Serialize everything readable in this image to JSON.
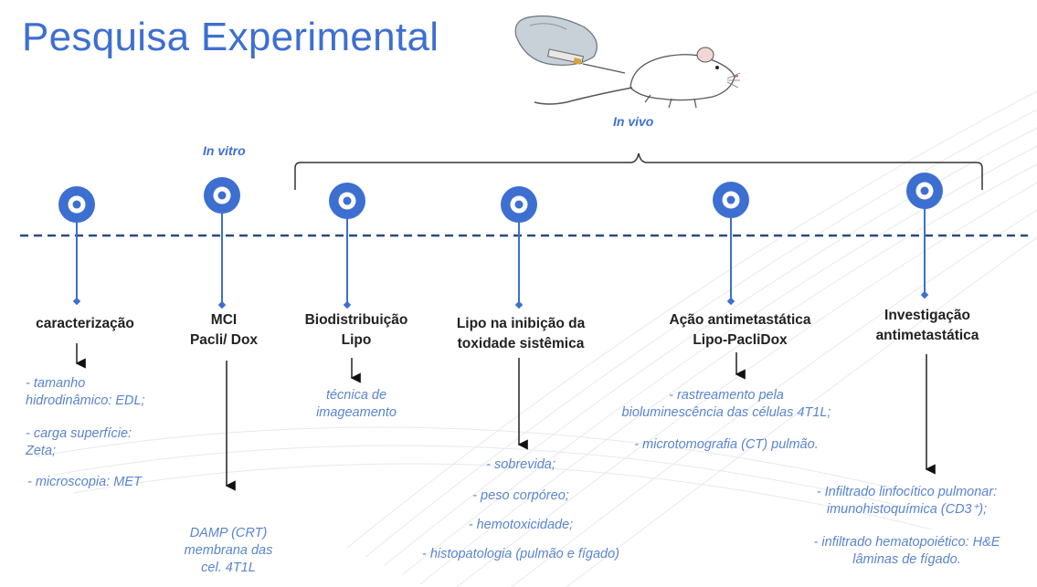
{
  "title": "Pesquisa Experimental",
  "phases": {
    "in_vitro": "In vitro",
    "in_vivo": "In vivo"
  },
  "colors": {
    "accent": "#3d6fd1",
    "detail_text": "#5a84cf",
    "timeline": "#2a4a80"
  },
  "icons": [
    "syringe-hand-icon",
    "mouse-icon",
    "timeline-node-icon"
  ],
  "stages": [
    {
      "label_lines": [
        "caracterização"
      ],
      "details": [
        [
          "- tamanho",
          "hidrodinâmico: EDL;"
        ],
        [
          "- carga superfície:",
          "Zeta;"
        ],
        [
          "- microscopia: MET"
        ]
      ]
    },
    {
      "label_lines": [
        "MCI",
        "Pacli/ Dox"
      ],
      "details": [
        [
          "DAMP (CRT)",
          "membrana das",
          "cel. 4T1L"
        ]
      ]
    },
    {
      "label_lines": [
        "Biodistribuição",
        "Lipo"
      ],
      "details": [
        [
          "técnica de",
          "imageamento"
        ]
      ]
    },
    {
      "label_lines": [
        "Lipo na inibição da",
        "toxidade sistêmica"
      ],
      "details": [
        [
          "- sobrevida;"
        ],
        [
          "- peso corpóreo;"
        ],
        [
          "- hemotoxicidade;"
        ],
        [
          "- histopatologia (pulmão e fígado)"
        ]
      ]
    },
    {
      "label_lines": [
        "Ação antimetastática",
        "Lipo-PacliDox"
      ],
      "details": [
        [
          "- rastreamento pela",
          "bioluminescência das células 4T1L;"
        ],
        [
          "- microtomografia (CT) pulmão."
        ]
      ]
    },
    {
      "label_lines": [
        "Investigação",
        "antimetastática"
      ],
      "details": [
        [
          "- Infiltrado linfocítico pulmonar:",
          "imunohistoquímica (CD3⁺);"
        ],
        [
          "- infiltrado hematopoiético: H&E",
          "lâminas de fígado."
        ]
      ]
    }
  ]
}
